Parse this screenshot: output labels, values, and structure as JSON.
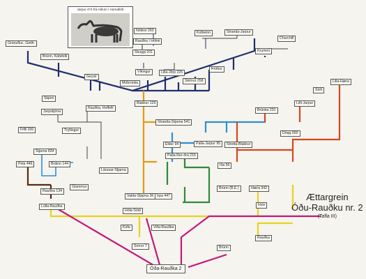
{
  "header": {
    "caption": "Jarpur 474 frá Hólum í Hornafirði"
  },
  "title": {
    "line1": "Ættargrein",
    "line2": "Óðu-Rauðku nr. 2",
    "line3": "(Tafla III)"
  },
  "colors": {
    "navy": "#1f2d6e",
    "orange": "#e39a16",
    "blue": "#2f8fd0",
    "green": "#2f8a3a",
    "red": "#d7461d",
    "yellow": "#e8d21f",
    "magenta": "#c2187a",
    "brown": "#5a2a12",
    "gray": "#444444"
  },
  "nodes": {
    "n01": "Nökkvi 260",
    "n02": "Rauðka í Hólmi",
    "n03": "Skuggi 201",
    "n04": "Kolbeinn",
    "n05": "Stranda-Jarpur",
    "n06": "Churchill",
    "n07": "Krummi",
    "n08": "Gránufluc, Geith.",
    "n09": "Brúnn, Káfafelli",
    "n10": "Geysir",
    "n11": "Víkingur",
    "n12": "Lilla-Jörp 225",
    "n13": "Þröttur",
    "n14": "Móbrúnka",
    "n15": "Skímur 258",
    "n16": "Lilla-Hæra",
    "n17": "Sörli",
    "n18": "Litli-Jarpur",
    "n19": "Skjóni",
    "n20": "Blakkur 129",
    "n21": "Jarpskjóna",
    "n22": "Rauðka, Hoffelli",
    "n23": "Brúnka 231",
    "n24": "Stranda-Stjarna 541",
    "n25": "Döqq 650",
    "n26": "Fifill 200",
    "n27": "Tryllingur",
    "n28": "Eldur 94",
    "n29": "Palla-Jarpur 95",
    "n30": "Stjarna 834",
    "n31": "Stretta-Blakkur",
    "n32": "Palla-Rer-ðra 216",
    "n33": "Pela 446",
    "n34": "Bráinn 144",
    "n35": "Iða 56",
    "n36": "Lárusar-Stjarna",
    "n37": "Glammur",
    "n38": "Brúnn (B.E.)",
    "n39": "Hæra 342",
    "n40": "Rauðka 134",
    "n41": "Valda-Stjarna 36",
    "n42": "Irpa 447",
    "n43": "Lúlla-Rauðka",
    "n44": "Hvin",
    "n45": "Hóla-Sódi",
    "n46": "Kúfa",
    "n47": "Villa-Rauðka",
    "n48": "Rauðka",
    "n49": "Sorrur 7",
    "n50": "Brúnn",
    "n51": "Óða-Rauðka 2"
  }
}
